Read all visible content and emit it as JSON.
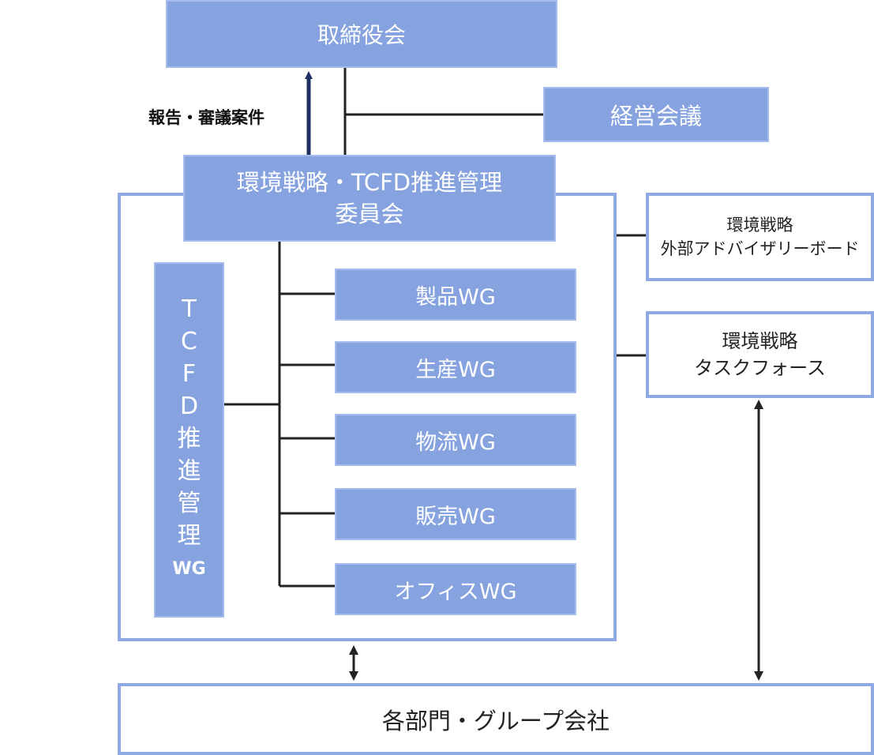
{
  "board": "取締役会",
  "management_meeting": "経営会議",
  "report_label": "報告・審議案件",
  "committee": {
    "line1": "環境戦略・TCFD推進管理",
    "line2": "委員会"
  },
  "advisory_board": {
    "line1": "環境戦略",
    "line2": "外部アドバイザリーボード"
  },
  "task_force": {
    "line1": "環境戦略",
    "line2": "タスクフォース"
  },
  "tcfd_wg": {
    "chars": [
      "T",
      "C",
      "F",
      "D",
      "推",
      "進",
      "管",
      "理"
    ],
    "suffix": "WG"
  },
  "working_groups": [
    "製品WG",
    "生産WG",
    "物流WG",
    "販売WG",
    "オフィスWG"
  ],
  "departments": "各部門・グループ会社",
  "colors": {
    "box_fill": "#86a3e0",
    "frame_border": "#8ea9e3",
    "connector": "#222222",
    "report_arrow": "#1f3160"
  }
}
